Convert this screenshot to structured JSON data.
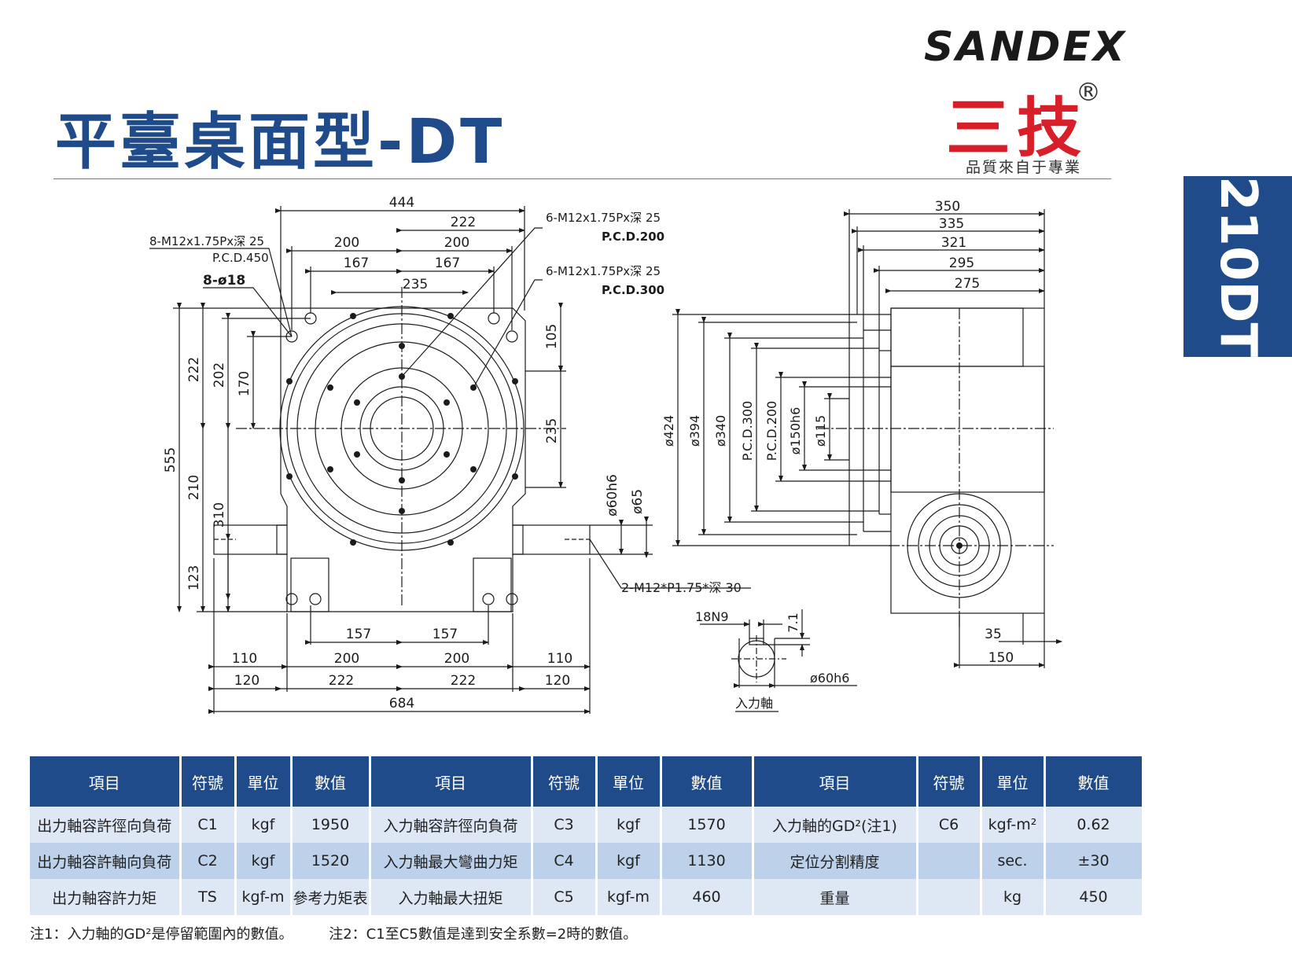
{
  "header": {
    "title": "平臺桌面型-DT",
    "brand_en": "SANDEX",
    "brand_cn": "三技",
    "brand_reg": "®",
    "slogan": "品質來自于專業",
    "side_tab": "210DT"
  },
  "drawing": {
    "front": {
      "dims": {
        "d444": "444",
        "d222t": "222",
        "d200a": "200",
        "d200b": "200",
        "d167a": "167",
        "d167b": "167",
        "d235t": "235",
        "d555": "555",
        "d222l": "222",
        "d202": "202",
        "d170": "170",
        "d210": "210",
        "d310": "310",
        "d123": "123",
        "d105": "105",
        "d235r": "235",
        "d60h6": "ø60h6",
        "d65": "ø65",
        "d157a": "157",
        "d157b": "157",
        "d110a": "110",
        "d200c": "200",
        "d200d": "200",
        "d110b": "110",
        "d120a": "120",
        "d222a": "222",
        "d222b": "222",
        "d120b": "120",
        "d684": "684"
      },
      "callouts": {
        "holes8_thread": "8-M12x1.75Px深 25",
        "holes8_pcd": "P.C.D.450",
        "holes8_dia": "8-ø18",
        "holes6a_thread": "6-M12x1.75Px深 25",
        "holes6a_pcd": "P.C.D.200",
        "holes6b_thread": "6-M12x1.75Px深 25",
        "holes6b_pcd": "P.C.D.300",
        "holes2": "2-M12*P1.75*深 30"
      }
    },
    "side": {
      "dims": {
        "d350": "350",
        "d335": "335",
        "d321": "321",
        "d295": "295",
        "d275": "275",
        "d424": "ø424",
        "d394": "ø394",
        "d340": "ø340",
        "pcd300": "P.C.D.300",
        "pcd200": "P.C.D.200",
        "d150": "ø150h6",
        "d115": "ø115",
        "d35": "35",
        "d150b": "150"
      }
    },
    "shaft": {
      "key": "18N9",
      "depth": "7.1",
      "dia": "ø60h6",
      "label": "入力軸"
    }
  },
  "table": {
    "headers": [
      "項目",
      "符號",
      "單位",
      "數值",
      "項目",
      "符號",
      "單位",
      "數值",
      "項目",
      "符號",
      "單位",
      "數值"
    ],
    "rows": [
      [
        "出力軸容許徑向負荷",
        "C1",
        "kgf",
        "1950",
        "入力軸容許徑向負荷",
        "C3",
        "kgf",
        "1570",
        "入力軸的GD²(注1)",
        "C6",
        "kgf-m²",
        "0.62"
      ],
      [
        "出力軸容許軸向負荷",
        "C2",
        "kgf",
        "1520",
        "入力軸最大彎曲力矩",
        "C4",
        "kgf",
        "1130",
        "定位分割精度",
        "",
        "sec.",
        "±30"
      ],
      [
        "出力軸容許力矩",
        "TS",
        "kgf-m",
        "參考力矩表",
        "入力軸最大扭矩",
        "C5",
        "kgf-m",
        "460",
        "重量",
        "",
        "kg",
        "450"
      ]
    ]
  },
  "notes": {
    "note1": "注1：入力軸的GD²是停留範圍內的數值。",
    "note2": "注2：C1至C5數值是達到安全系數=2時的數值。"
  }
}
